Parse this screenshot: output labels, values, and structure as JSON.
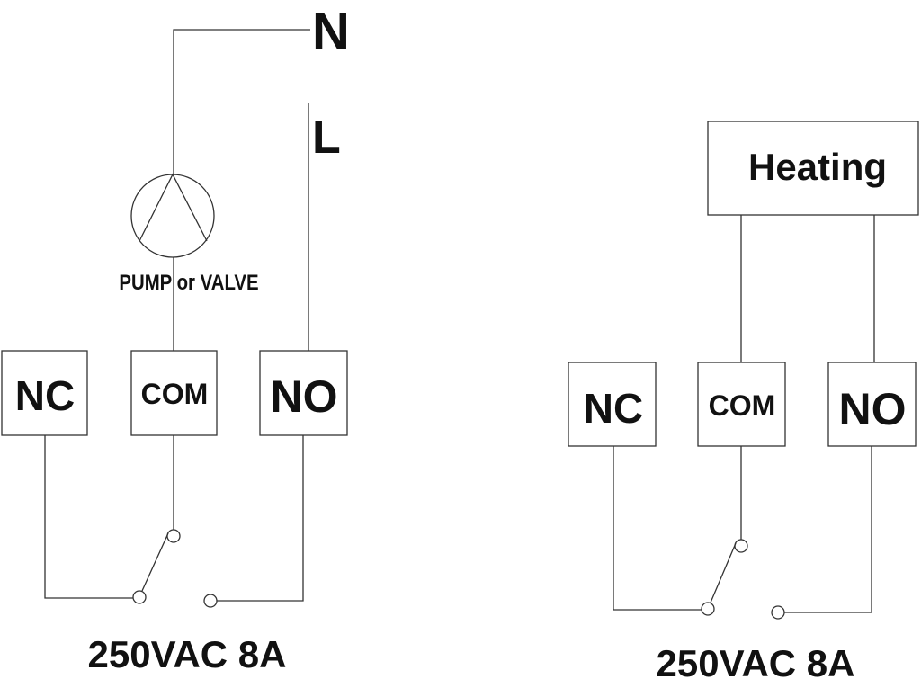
{
  "left": {
    "supply_n": "N",
    "supply_l": "L",
    "load_label": "PUMP or VALVE",
    "terminals": [
      "NC",
      "COM",
      "NO"
    ],
    "rating": "250VAC  8A"
  },
  "right": {
    "load_label": "Heating",
    "terminals": [
      "NC",
      "COM",
      "NO"
    ],
    "rating": "250VAC  8A"
  }
}
